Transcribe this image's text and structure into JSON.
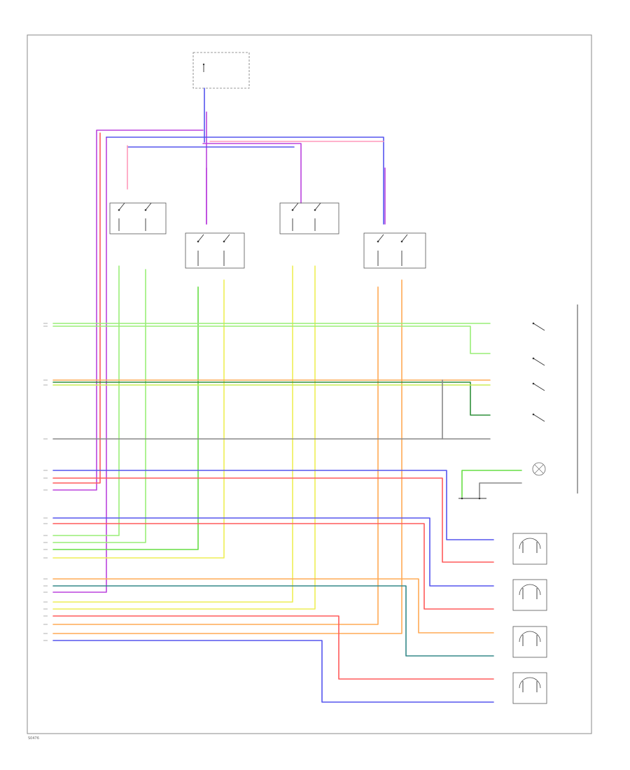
{
  "page": {
    "footer_code": "S0476"
  },
  "colors": {
    "border": "#888888",
    "green": "#66dd44",
    "light_green": "#99ee77",
    "dark_green": "#2f8f3a",
    "yellow": "#eeee55",
    "orange": "#ffaa55",
    "red": "#ff5a5a",
    "pink": "#ff99bb",
    "blue": "#5555ee",
    "violet": "#bb44dd",
    "gray": "#888888",
    "teal": "#338888"
  },
  "icons": {
    "switch": "open-contact-switch",
    "lamp": "illumination-bulb",
    "motor": "window-motor"
  }
}
